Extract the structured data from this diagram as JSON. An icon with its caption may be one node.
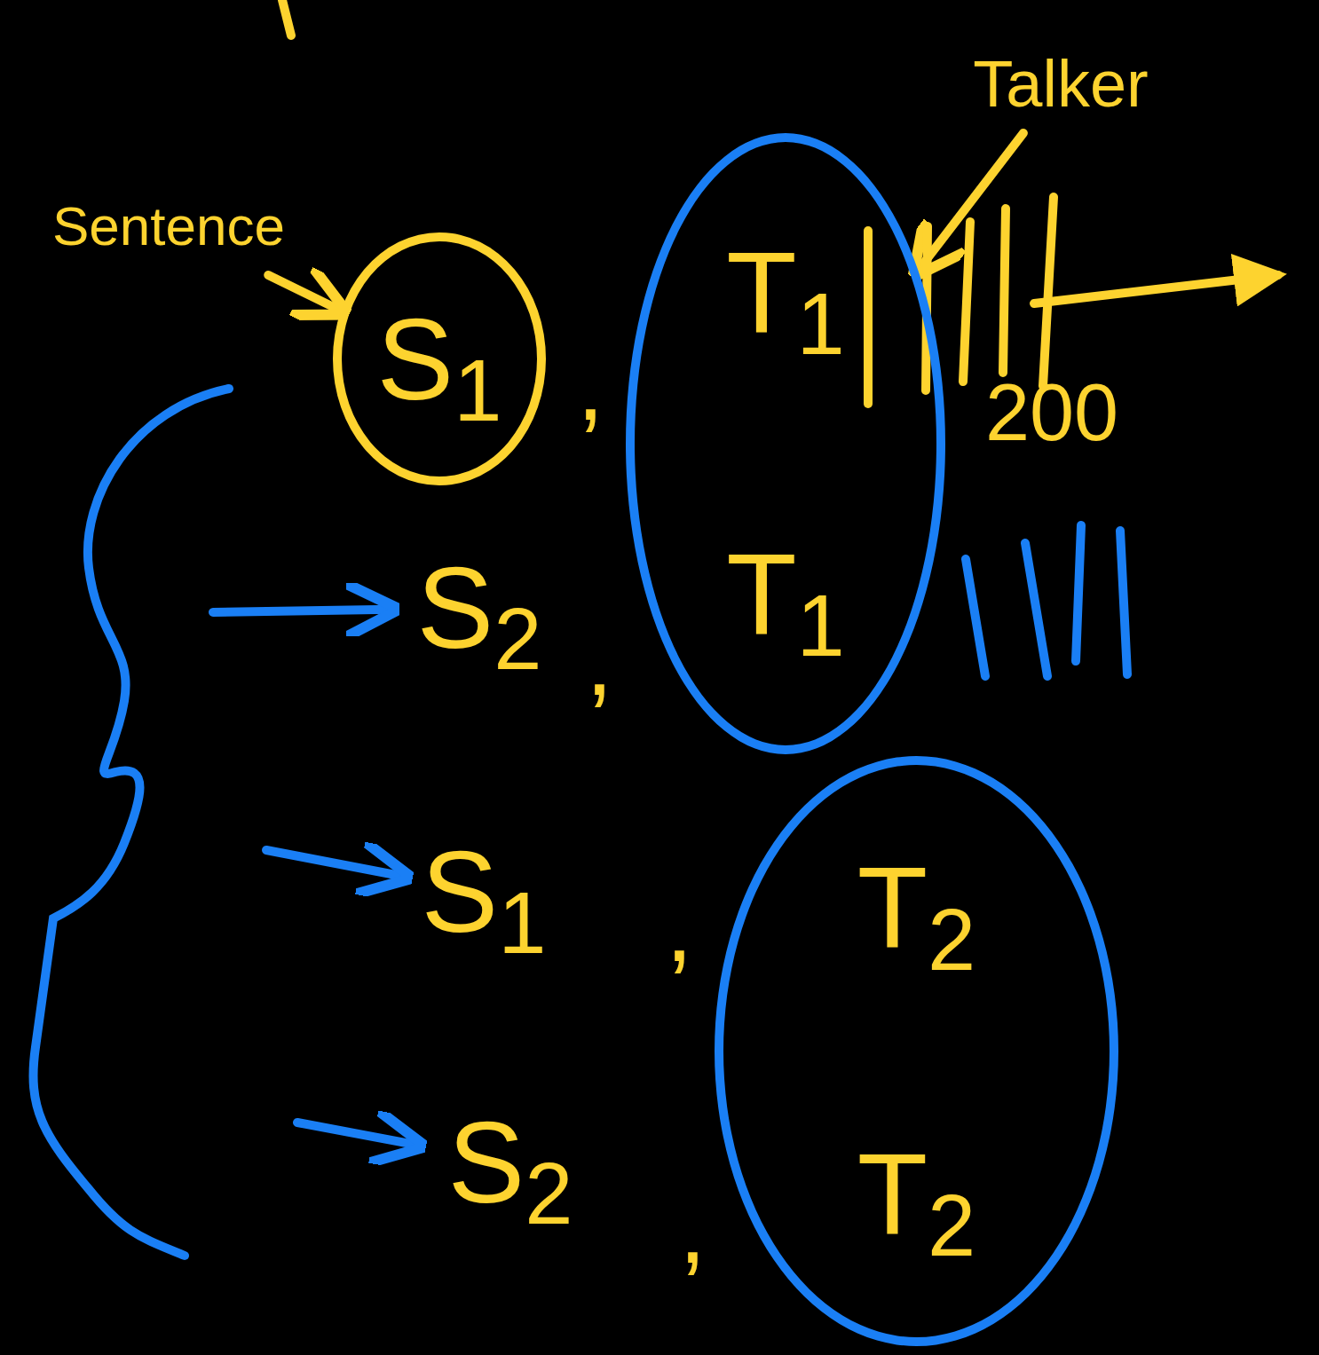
{
  "diagram": {
    "nodes": [
      {
        "text": [
          "Sentence"
        ]
      },
      {
        "text": [
          "S$_{1}$"
        ]
      },
      {
        "text": [
          "Talker"
        ]
      },
      {
        "text": [
          "T$_{1}$",
          "T$_{1}$"
        ]
      },
      {
        "text": [
          "T$_{2}$",
          "T$_{2}$"
        ]
      },
      {
        "text": [
          "S$_{2}$"
        ]
      },
      {
        "text": [
          "S$_{1}$"
        ]
      },
      {
        "text": [
          "S$_{2}$"
        ]
      }
    ],
    "edges": [
      {
        "from": 0,
        "to": 1,
        "arrow": "to",
        "color": "#fdd32f"
      },
      {
        "from": 2,
        "to": 3,
        "arrow": "to",
        "color": "#fdd32f"
      },
      {
        "from": null,
        "to": 5,
        "arrow": "to"
      },
      {
        "from": null,
        "to": 6,
        "arrow": "to"
      },
      {
        "from": null,
        "to": 7,
        "arrow": "to"
      }
    ],
    "labels": [
      ",",
      "200",
      ",",
      ",",
      ","
    ]
  }
}
